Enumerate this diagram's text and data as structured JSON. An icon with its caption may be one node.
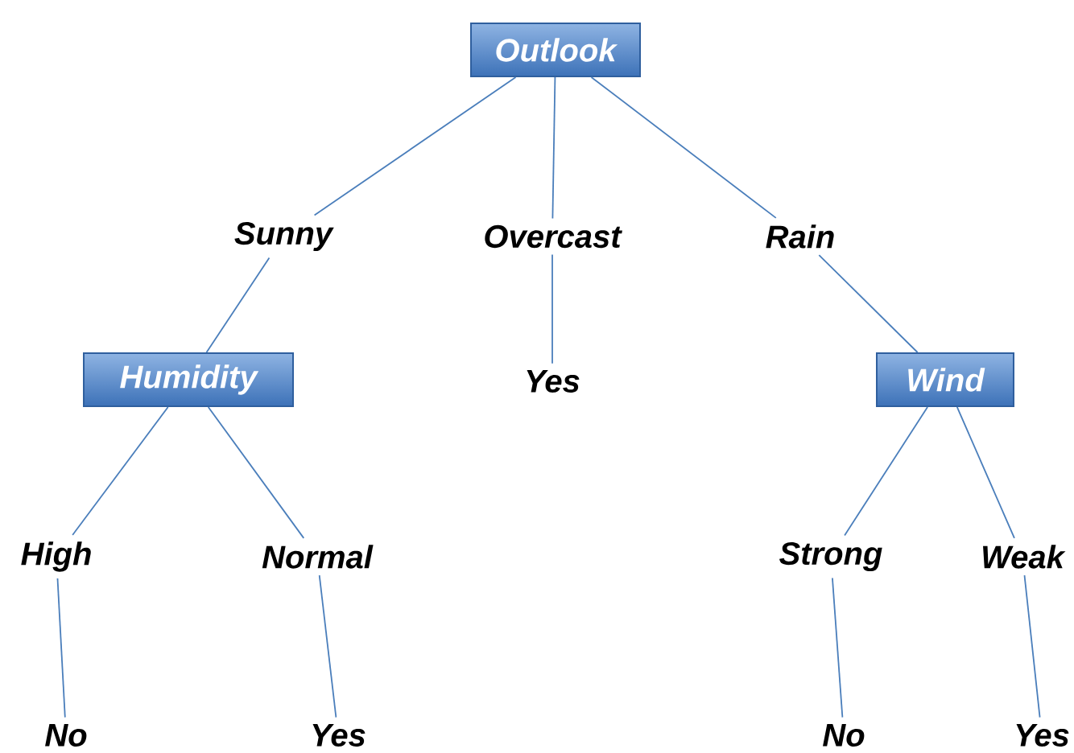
{
  "diagram": {
    "nodes": [
      {
        "text": [
          "Outlook"
        ]
      },
      {
        "text": [
          "Sunny"
        ]
      },
      {
        "text": [
          "Overcast"
        ]
      },
      {
        "text": [
          "Rain"
        ]
      },
      {
        "text": [
          "Humidity"
        ]
      },
      {
        "text": [
          "Yes"
        ]
      },
      {
        "text": [
          "Wind"
        ]
      },
      {
        "text": [
          "High"
        ]
      },
      {
        "text": [
          "Normal"
        ]
      },
      {
        "text": [
          "Strong"
        ]
      },
      {
        "text": [
          "Weak"
        ]
      },
      {
        "text": [
          "No"
        ]
      },
      {
        "text": [
          "Yes"
        ]
      },
      {
        "text": [
          "No"
        ]
      },
      {
        "text": [
          "Yes"
        ]
      }
    ],
    "edges": [
      {
        "from": 0,
        "to": 1,
        "arrow": "none"
      },
      {
        "from": 0,
        "to": 2,
        "arrow": "none"
      },
      {
        "from": 0,
        "to": 3,
        "arrow": "none"
      },
      {
        "from": 1,
        "to": 4,
        "arrow": "none"
      },
      {
        "from": 2,
        "to": 5,
        "arrow": "none"
      },
      {
        "from": 3,
        "to": 6,
        "arrow": "none"
      },
      {
        "from": 4,
        "to": 7,
        "arrow": "none"
      },
      {
        "from": 4,
        "to": 8,
        "arrow": "none"
      },
      {
        "from": 6,
        "to": 9,
        "arrow": "none"
      },
      {
        "from": 6,
        "to": 10,
        "arrow": "none"
      },
      {
        "from": 7,
        "to": 11,
        "arrow": "none"
      },
      {
        "from": 8,
        "to": 12,
        "arrow": "none"
      },
      {
        "from": 9,
        "to": 13,
        "arrow": "none"
      },
      {
        "from": 10,
        "to": 14,
        "arrow": "none"
      }
    ]
  }
}
